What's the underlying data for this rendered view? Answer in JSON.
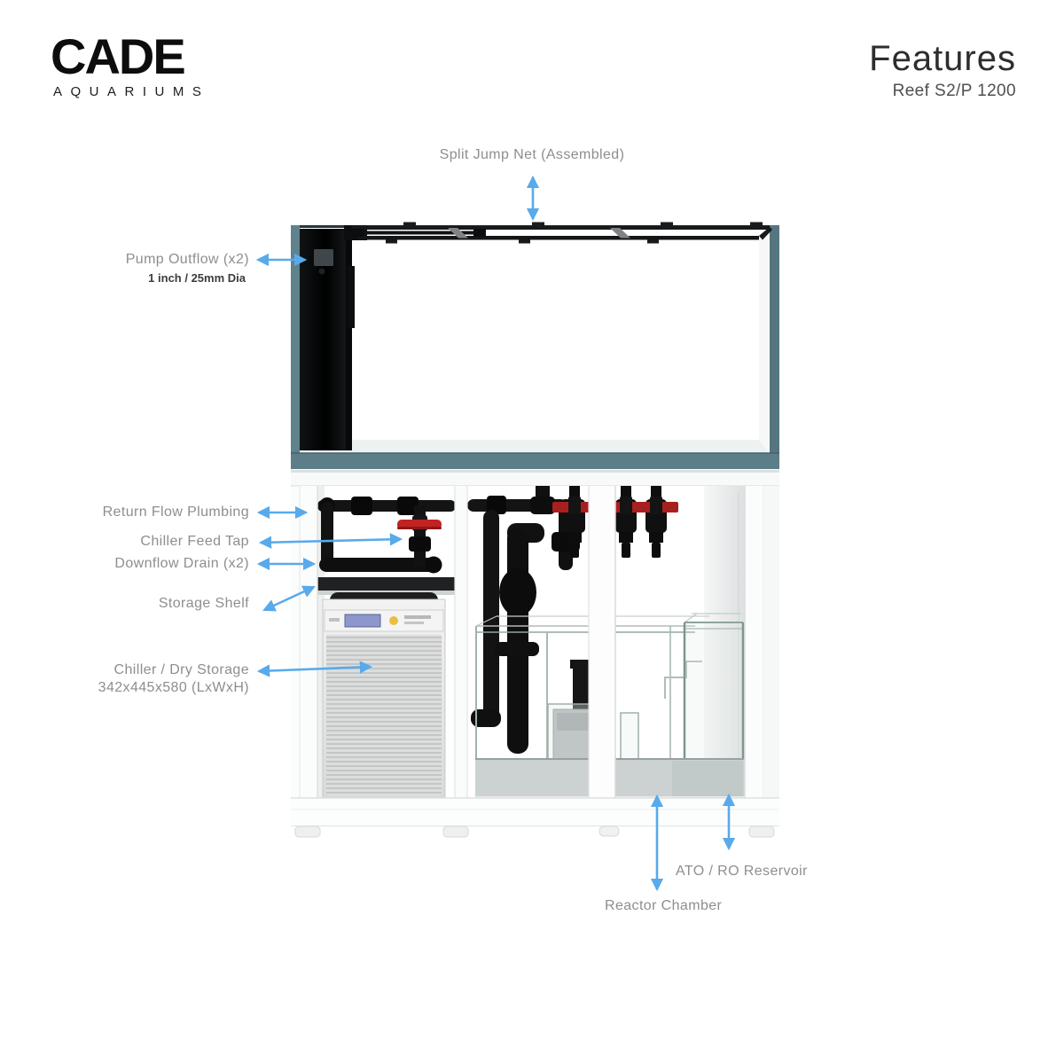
{
  "header": {
    "brand": {
      "name": "CADE",
      "tagline": "AQUARIUMS"
    },
    "title": "Features",
    "subtitle": "Reef S2/P 1200"
  },
  "callouts": {
    "split_jump_net": {
      "label": "Split Jump Net (Assembled)"
    },
    "pump_outflow": {
      "label": "Pump Outflow (x2)",
      "detail": "1 inch / 25mm Dia"
    },
    "return_flow_plumbing": {
      "label": "Return Flow Plumbing"
    },
    "chiller_feed_tap": {
      "label": "Chiller Feed Tap"
    },
    "downflow_drain": {
      "label": "Downflow Drain (x2)"
    },
    "storage_shelf": {
      "label": "Storage Shelf"
    },
    "chiller_dry_storage": {
      "label": "Chiller / Dry Storage",
      "detail": "342x445x580 (LxWxH)"
    },
    "ato_ro_reservoir": {
      "label": "ATO / RO Reservoir"
    },
    "reactor_chamber": {
      "label": "Reactor Chamber"
    }
  },
  "colors": {
    "background": "#ffffff",
    "arrow_accent": "#58aaeb",
    "tank_trim_teal": "#5b7e88",
    "label_gray": "#8e8e8e",
    "detail_dark": "#3c3c3c",
    "pipe_black": "#141414",
    "valve_red": "#b32020",
    "cabinet_white": "#fcfcfc"
  }
}
